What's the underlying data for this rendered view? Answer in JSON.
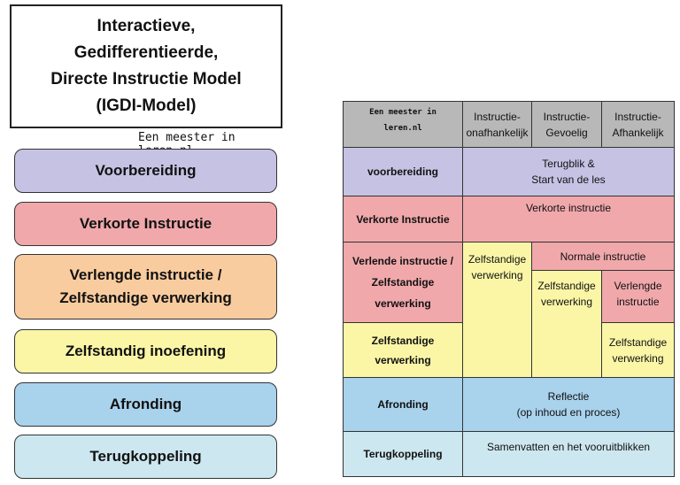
{
  "left": {
    "title": "Interactieve,\nGedifferentieerde,\nDirecte Instructie Model\n(IGDI-Model)",
    "credit": "Een meester in leren.nl",
    "phases": [
      {
        "label": "Voorbereiding",
        "color": "#c6c2e4"
      },
      {
        "label": "Verkorte Instructie",
        "color": "#f0a8ab"
      },
      {
        "label": "Verlengde instructie /\nZelfstandige verwerking",
        "color": "#f9cc9f"
      },
      {
        "label": "Zelfstandig inoefening",
        "color": "#fbf6a6"
      },
      {
        "label": "Afronding",
        "color": "#a9d2ec"
      },
      {
        "label": "Terugkoppeling",
        "color": "#cde7f0"
      }
    ]
  },
  "table": {
    "brand": "Een meester in leren.nl",
    "columns": [
      "Instructie-\nonafhankelijk",
      "Instructie-\nGevoelig",
      "Instructie-\nAfhankelijk"
    ],
    "rows": {
      "voorbereiding": {
        "label": "voorbereiding",
        "content": "Terugblik &\nStart van de les"
      },
      "verkorte": {
        "label": "Verkorte Instructie",
        "content": "Verkorte instructie"
      },
      "verlende": {
        "label": "Verlende instructie /\nZelfstandige\nverwerking"
      },
      "zelfstandig": {
        "label": "Zelfstandige\nverwerking"
      },
      "afronding": {
        "label": "Afronding",
        "content": "Reflectie\n(op inhoud en proces)"
      },
      "terugkoppeling": {
        "label": "Terugkoppeling",
        "content": "Samenvatten en het vooruitblikken"
      }
    },
    "inner": {
      "col1": "Zelfstandige\nverwerking",
      "normale": "Normale instructie",
      "col2": "Zelfstandige\nverwerking",
      "verlengde": "Verlengde\ninstructie",
      "col3": "Zelfstandige\nverwerking"
    },
    "colors": {
      "header": "#b8b8b8",
      "purple": "#c6c2e4",
      "pink": "#f0a8ab",
      "yellow": "#fbf6a6",
      "blue": "#a9d2ec",
      "lightblue": "#cde7f0"
    }
  }
}
